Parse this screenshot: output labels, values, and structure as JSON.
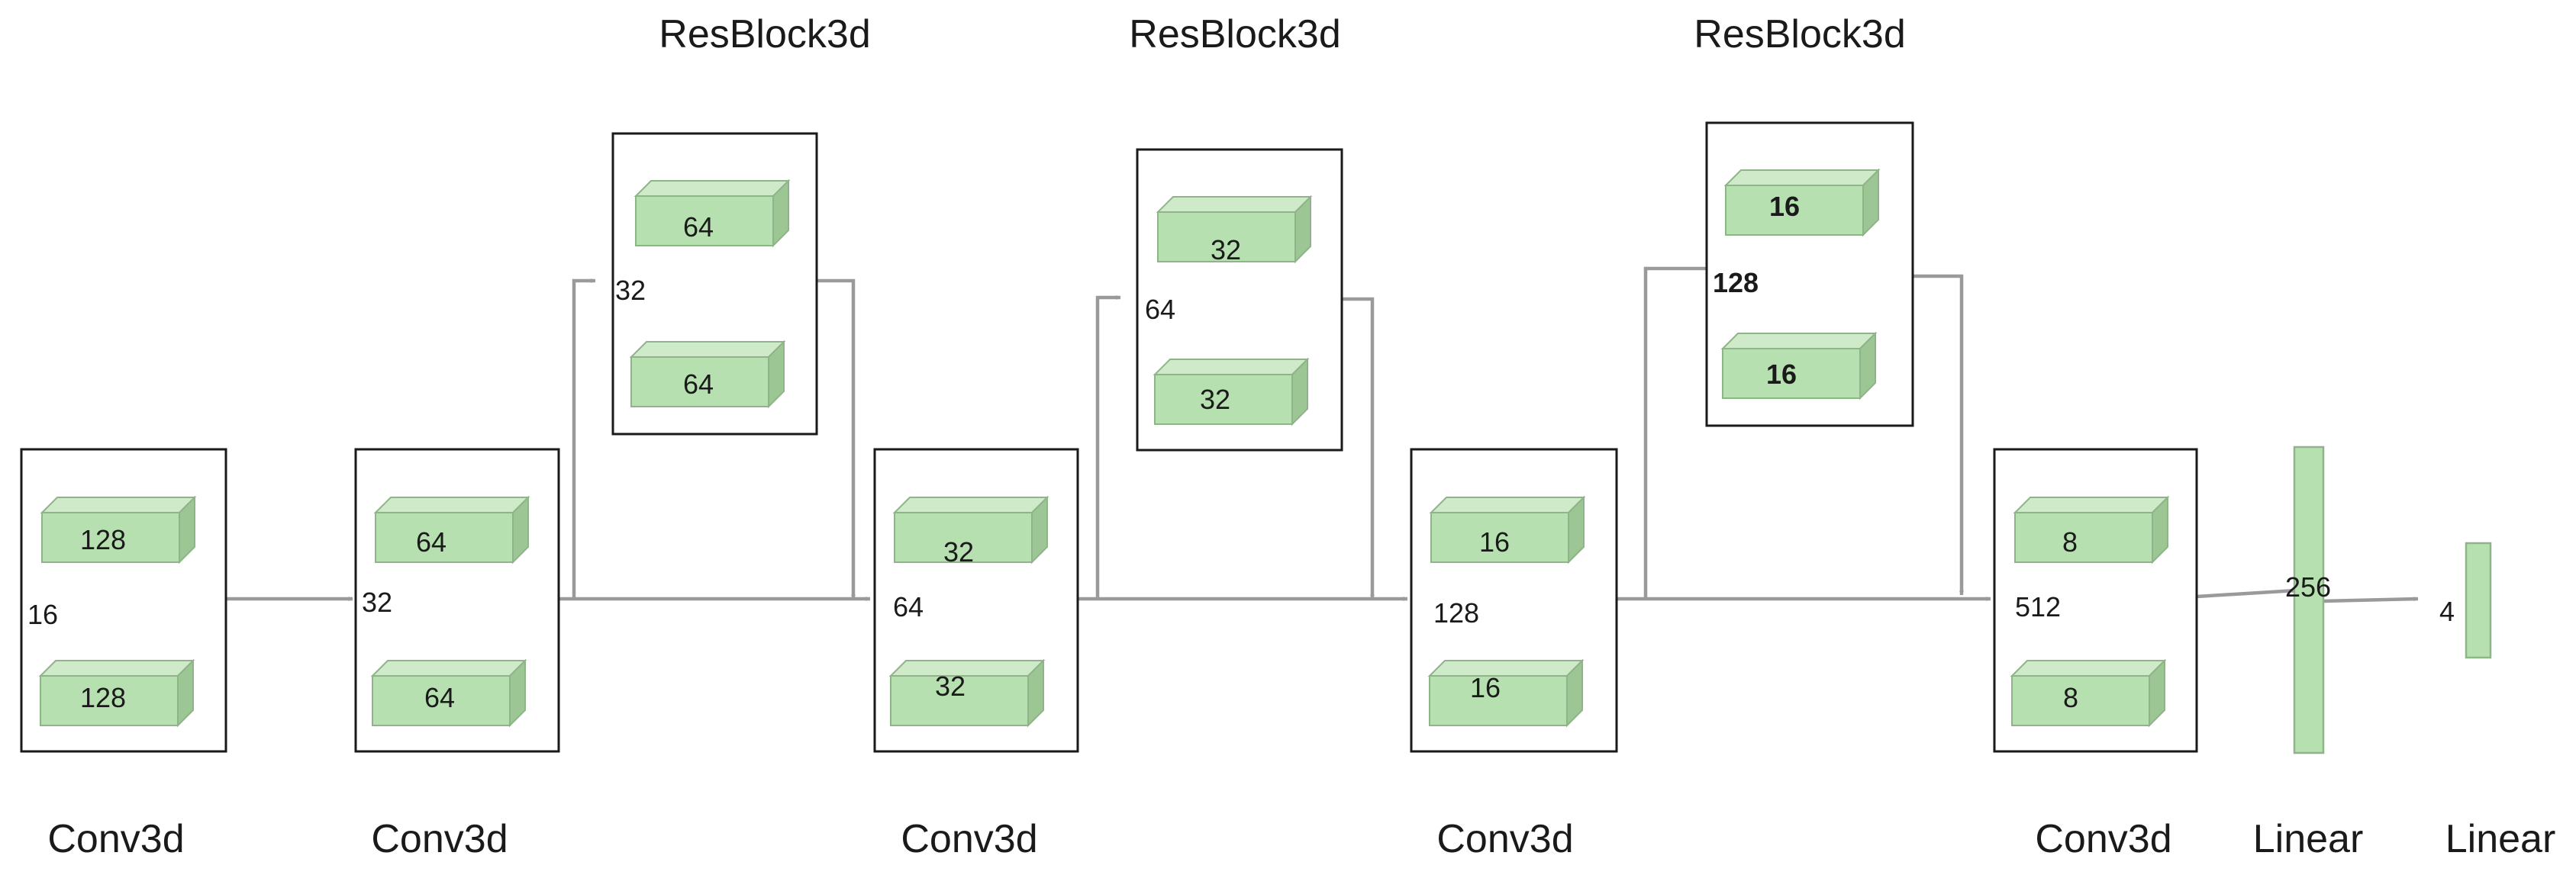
{
  "colors": {
    "cube_front": "#b7e0b0",
    "cube_top": "#cfeac8",
    "cube_side": "#9cc694",
    "cube_edge": "#8fb489",
    "arrow": "#9a9a9a",
    "box": "#1a1a1a"
  },
  "labels": {
    "conv3d": "Conv3d",
    "resblock3d": "ResBlock3d",
    "linear": "Linear"
  },
  "blocks": {
    "c1": {
      "top": "128",
      "side": "16",
      "bottom": "128"
    },
    "c2": {
      "top": "64",
      "side": "32",
      "bottom": "64"
    },
    "r1": {
      "top": "64",
      "side": "32",
      "bottom": "64"
    },
    "c3": {
      "top": "32",
      "side": "64",
      "bottom": "32"
    },
    "r2": {
      "top": "32",
      "side": "64",
      "bottom": "32"
    },
    "c4": {
      "top": "16",
      "side": "128",
      "bottom": "16"
    },
    "r3": {
      "top": "16",
      "side": "128",
      "bottom": "16"
    },
    "c5": {
      "top": "8",
      "side": "512",
      "bottom": "8"
    },
    "l1": {
      "value": "256"
    },
    "l2": {
      "value": "4"
    }
  }
}
